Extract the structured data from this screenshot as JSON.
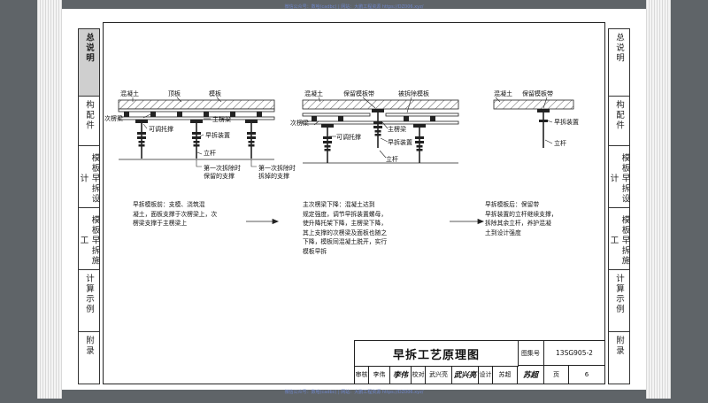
{
  "watermark": "微信公众号：数哈(cadbc) | 网站：大鹏工程资源 https://DZ006.xyz/",
  "sidebar_left": [
    {
      "label": "总说明",
      "active": true
    },
    {
      "label": "构配件"
    },
    {
      "label": "模板早拆设计"
    },
    {
      "label": "模板早拆施工"
    },
    {
      "label": "计算示例"
    },
    {
      "label": "附录"
    }
  ],
  "sidebar_right": [
    {
      "label": "总说明"
    },
    {
      "label": "构配件"
    },
    {
      "label": "模板早拆设计"
    },
    {
      "label": "模板早拆施工"
    },
    {
      "label": "计算示例"
    },
    {
      "label": "附录"
    }
  ],
  "diagram1": {
    "concrete": "混凝土",
    "slab": "顶板",
    "formwork": "模板",
    "secondary_beam": "次楞梁",
    "adjustable_support": "可调托撑",
    "main_beam": "主楞梁",
    "early_strip_device": "早拆装置",
    "pole": "立杆",
    "note_retained": "第一次拆除时\n保留的支撑",
    "note_removed": "第一次拆除时\n拆掉的支撑"
  },
  "diagram2": {
    "concrete": "混凝土",
    "retained_strip": "保留模板带",
    "removed_formwork": "被拆除模板",
    "secondary_beam": "次楞梁",
    "adjustable_support": "可调托撑",
    "main_beam": "主楞梁",
    "early_strip_device": "早拆装置",
    "pole": "立杆"
  },
  "diagram3": {
    "concrete": "混凝土",
    "retained_strip": "保留模板带",
    "early_strip_device": "早拆装置",
    "pole": "立杆"
  },
  "captions": {
    "step1": "早拆模板前：支模、浇筑混\n凝土，面板支撑于次楞梁上，次\n楞梁支撑于主楞梁上",
    "step2": "主次楞梁下降：混凝土达到\n规定强度，调节早拆装置螺母，\n使升降托架下降，主楞梁下降，\n其上支撑的次楞梁及面板也随之\n下降，模板同混凝土脱开，实行\n模板早拆",
    "step3": "早拆模板后：保留带\n早拆装置的立杆继续支撑，\n拆除其余立杆，养护混凝\n土到设计强度"
  },
  "title_block": {
    "title": "早拆工艺原理图",
    "atlas_no_label": "图集号",
    "atlas_no": "13SG905-2",
    "review_label": "审核",
    "reviewer": "李伟",
    "reviewer_sig": "李伟",
    "check_label": "校对",
    "checker": "武兴亮",
    "checker_sig": "武兴亮",
    "design_label": "设计",
    "designer": "苏超",
    "designer_sig": "苏超",
    "page_label": "页",
    "page": "6"
  }
}
